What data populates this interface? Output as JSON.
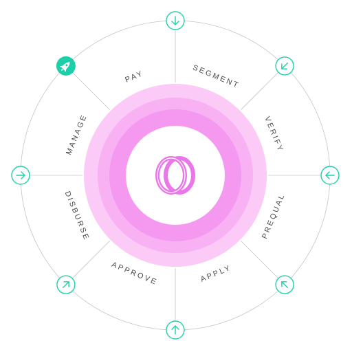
{
  "diagram": {
    "steps": [
      {
        "label": "SEGMENT",
        "name": "step-segment"
      },
      {
        "label": "VERIFY",
        "name": "step-verify"
      },
      {
        "label": "PREQUAL",
        "name": "step-prequal"
      },
      {
        "label": "APPLY",
        "name": "step-apply"
      },
      {
        "label": "APPROVE",
        "name": "step-approve"
      },
      {
        "label": "DISBURSE",
        "name": "step-disburse"
      },
      {
        "label": "MANAGE",
        "name": "step-manage"
      },
      {
        "label": "PAY",
        "name": "step-pay"
      }
    ],
    "nodes": [
      {
        "icon": "arrow-right-icon",
        "highlight": false
      },
      {
        "icon": "arrow-down-right-icon",
        "highlight": false
      },
      {
        "icon": "arrow-down-icon",
        "highlight": false
      },
      {
        "icon": "arrow-down-left-icon",
        "highlight": false
      },
      {
        "icon": "arrow-left-icon",
        "highlight": false
      },
      {
        "icon": "arrow-up-left-icon",
        "highlight": false
      },
      {
        "icon": "arrow-up-icon",
        "highlight": false
      },
      {
        "icon": "rocket-icon",
        "highlight": true
      }
    ],
    "center_icon": "logo-icon",
    "colors": {
      "accent": "#1ccfa9",
      "ring_outer": "#fbcaf7",
      "ring_mid": "#f8b2f4",
      "ring_inner": "#f599f0",
      "logo": "#ea76ea",
      "line": "#c4c4c4",
      "label": "#4a4a4a"
    }
  }
}
